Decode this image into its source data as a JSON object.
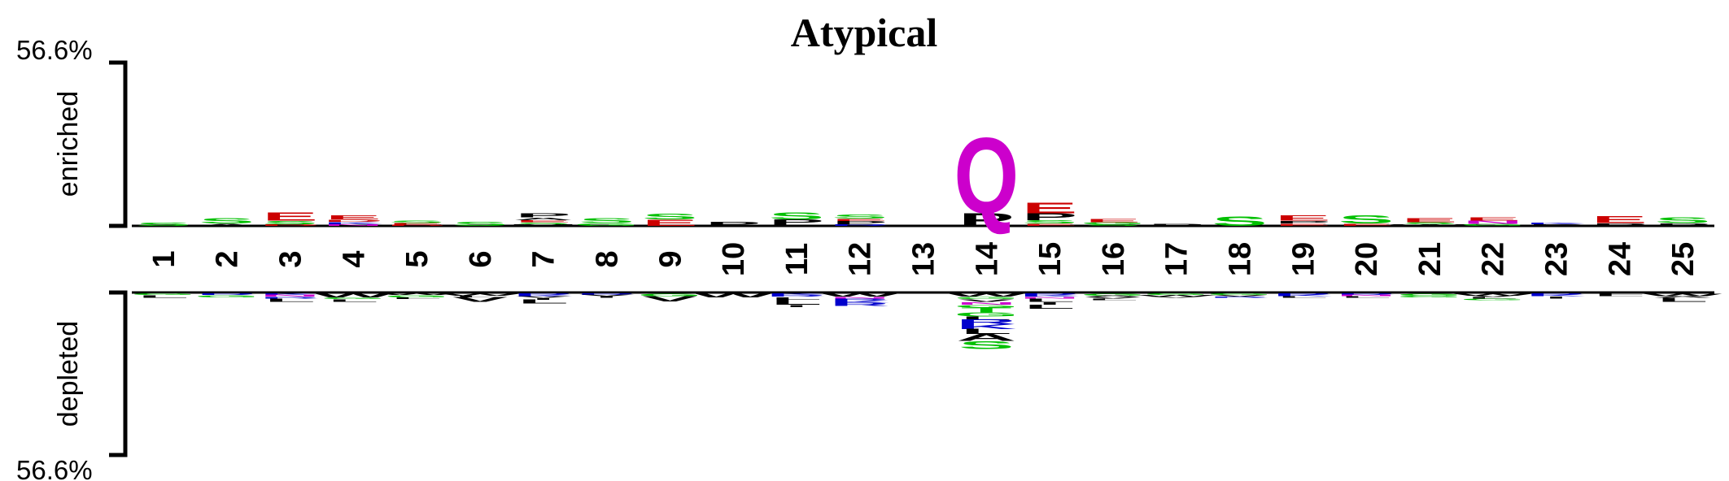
{
  "chart_data": {
    "type": "sequence-logo",
    "title": "Atypical",
    "scale_top_label": "56.6%",
    "scale_bottom_label": "56.6%",
    "enriched_label": "enriched",
    "depleted_label": "depleted",
    "ylim": [
      -56.6,
      56.6
    ],
    "positions": [
      "1",
      "2",
      "3",
      "4",
      "5",
      "6",
      "7",
      "8",
      "9",
      "10",
      "11",
      "12",
      "13",
      "14",
      "15",
      "16",
      "17",
      "18",
      "19",
      "20",
      "21",
      "22",
      "23",
      "24",
      "25"
    ],
    "enriched": [
      [
        [
          "S",
          1.2
        ]
      ],
      [
        [
          "A",
          0.8
        ],
        [
          "S",
          1.8
        ]
      ],
      [
        [
          "D",
          0.6
        ],
        [
          "S",
          1.2
        ],
        [
          "E",
          3.0
        ]
      ],
      [
        [
          "N",
          0.6
        ],
        [
          "K",
          0.8
        ],
        [
          "D",
          0.8
        ],
        [
          "E",
          1.5
        ]
      ],
      [
        [
          "D",
          0.4
        ],
        [
          "E",
          0.6
        ],
        [
          "S",
          1.0
        ]
      ],
      [
        [
          "S",
          1.4
        ]
      ],
      [
        [
          "M",
          0.6
        ],
        [
          "S",
          0.6
        ],
        [
          "E",
          0.8
        ],
        [
          "A",
          0.9
        ],
        [
          "P",
          1.4
        ]
      ],
      [
        [
          "G",
          1.0
        ],
        [
          "S",
          1.6
        ]
      ],
      [
        [
          "E",
          2.2
        ],
        [
          "S",
          2.0
        ]
      ],
      [
        [
          "P",
          1.4
        ]
      ],
      [
        [
          "V",
          0.4
        ],
        [
          "P",
          1.8
        ],
        [
          "S",
          2.4
        ]
      ],
      [
        [
          "R",
          0.5
        ],
        [
          "P",
          1.2
        ],
        [
          "E",
          0.8
        ],
        [
          "S",
          1.4
        ]
      ],
      [],
      [
        [
          "P",
          4.5
        ],
        [
          "Q",
          27.0
        ]
      ],
      [
        [
          "E",
          0.8
        ],
        [
          "S",
          1.2
        ],
        [
          "P",
          2.4
        ],
        [
          "E",
          3.8
        ]
      ],
      [
        [
          "S",
          0.6
        ],
        [
          "G",
          0.7
        ],
        [
          "E",
          1.2
        ]
      ],
      [
        [
          "P",
          0.8
        ]
      ],
      [
        [
          "S",
          3.4
        ]
      ],
      [
        [
          "E",
          0.8
        ],
        [
          "P",
          1.0
        ],
        [
          "E",
          1.8
        ]
      ],
      [
        [
          "E",
          0.8
        ],
        [
          "S",
          3.0
        ]
      ],
      [
        [
          "W",
          0.5
        ],
        [
          "S",
          0.8
        ],
        [
          "E",
          1.4
        ]
      ],
      [
        [
          "G",
          0.7
        ],
        [
          "N",
          1.2
        ],
        [
          "E",
          1.2
        ]
      ],
      [
        [
          "P",
          0.6
        ],
        [
          "K",
          0.6
        ]
      ],
      [
        [
          "P",
          1.0
        ],
        [
          "E",
          2.4
        ]
      ],
      [
        [
          "P",
          1.0
        ],
        [
          "S",
          2.0
        ]
      ]
    ],
    "depleted": [
      [
        [
          "G",
          0.6
        ],
        [
          "L",
          1.0
        ]
      ],
      [
        [
          "R",
          0.6
        ],
        [
          "G",
          0.8
        ]
      ],
      [
        [
          "K",
          0.5
        ],
        [
          "N",
          0.7
        ],
        [
          "R",
          0.6
        ],
        [
          "L",
          1.2
        ]
      ],
      [
        [
          "W",
          1.4
        ],
        [
          "G",
          0.6
        ],
        [
          "L",
          1.0
        ]
      ],
      [
        [
          "W",
          0.6
        ],
        [
          "G",
          0.8
        ],
        [
          "L",
          0.6
        ]
      ],
      [
        [
          "W",
          0.8
        ],
        [
          "L",
          0.6
        ],
        [
          "V",
          1.6
        ]
      ],
      [
        [
          "R",
          0.6
        ],
        [
          "K",
          0.5
        ],
        [
          "V",
          0.5
        ],
        [
          "I",
          0.6
        ],
        [
          "L",
          1.4
        ]
      ],
      [
        [
          "R",
          0.5
        ],
        [
          "V",
          0.5
        ],
        [
          "I",
          0.5
        ]
      ],
      [
        [
          "G",
          1.0
        ],
        [
          "V",
          1.8
        ]
      ],
      [
        [
          "W",
          1.4
        ]
      ],
      [
        [
          "K",
          0.6
        ],
        [
          "R",
          0.6
        ],
        [
          "L",
          1.0
        ],
        [
          "L",
          1.8
        ],
        [
          "I",
          0.8
        ]
      ],
      [
        [
          "W",
          1.2
        ],
        [
          "N",
          0.6
        ],
        [
          "R",
          0.7
        ],
        [
          "K",
          0.7
        ],
        [
          "R",
          1.2
        ]
      ],
      [],
      [
        [
          "W",
          1.2
        ],
        [
          "G",
          0.8
        ],
        [
          "V",
          1.0
        ],
        [
          "N",
          1.0
        ],
        [
          "G",
          1.0
        ],
        [
          "T",
          1.6
        ],
        [
          "G",
          1.4
        ],
        [
          "L",
          1.2
        ],
        [
          "R",
          1.6
        ],
        [
          "K",
          1.6
        ],
        [
          "L",
          1.8
        ],
        [
          "A",
          2.4
        ],
        [
          "S",
          2.8
        ]
      ],
      [
        [
          "R",
          0.6
        ],
        [
          "K",
          0.6
        ],
        [
          "N",
          0.6
        ],
        [
          "L",
          1.2
        ],
        [
          "I",
          1.0
        ],
        [
          "L",
          1.4
        ]
      ],
      [
        [
          "G",
          0.8
        ],
        [
          "A",
          0.5
        ],
        [
          "V",
          0.5
        ],
        [
          "L",
          0.6
        ]
      ],
      [
        [
          "G",
          0.6
        ],
        [
          "W",
          0.6
        ],
        [
          "V",
          0.4
        ]
      ],
      [
        [
          "G",
          0.6
        ],
        [
          "V",
          0.6
        ],
        [
          "R",
          0.4
        ]
      ],
      [
        [
          "R",
          0.5
        ],
        [
          "K",
          0.5
        ],
        [
          "L",
          0.6
        ]
      ],
      [
        [
          "R",
          0.5
        ],
        [
          "N",
          0.5
        ],
        [
          "L",
          0.5
        ]
      ],
      [
        [
          "G",
          0.8
        ],
        [
          "G",
          0.6
        ]
      ],
      [
        [
          "W",
          0.8
        ],
        [
          "V",
          0.5
        ],
        [
          "L",
          0.5
        ],
        [
          "G",
          0.6
        ]
      ],
      [
        [
          "R",
          0.5
        ],
        [
          "K",
          0.5
        ],
        [
          "I",
          0.8
        ]
      ],
      [
        [
          "L",
          0.5
        ],
        [
          "L",
          0.5
        ]
      ],
      [
        [
          "W",
          1.0
        ],
        [
          "A",
          0.6
        ],
        [
          "L",
          1.4
        ]
      ]
    ],
    "colors": {
      "Q": "#cc00cc",
      "N": "#cc00cc",
      "E": "#cc0000",
      "D": "#cc0000",
      "S": "#00c000",
      "G": "#00c000",
      "T": "#00c000",
      "C": "#00c000",
      "Y": "#00c000",
      "K": "#0000cc",
      "R": "#0000cc",
      "H": "#0000cc",
      "P": "#000000",
      "A": "#000000",
      "V": "#000000",
      "L": "#000000",
      "I": "#000000",
      "M": "#000000",
      "F": "#000000",
      "W": "#000000"
    }
  }
}
